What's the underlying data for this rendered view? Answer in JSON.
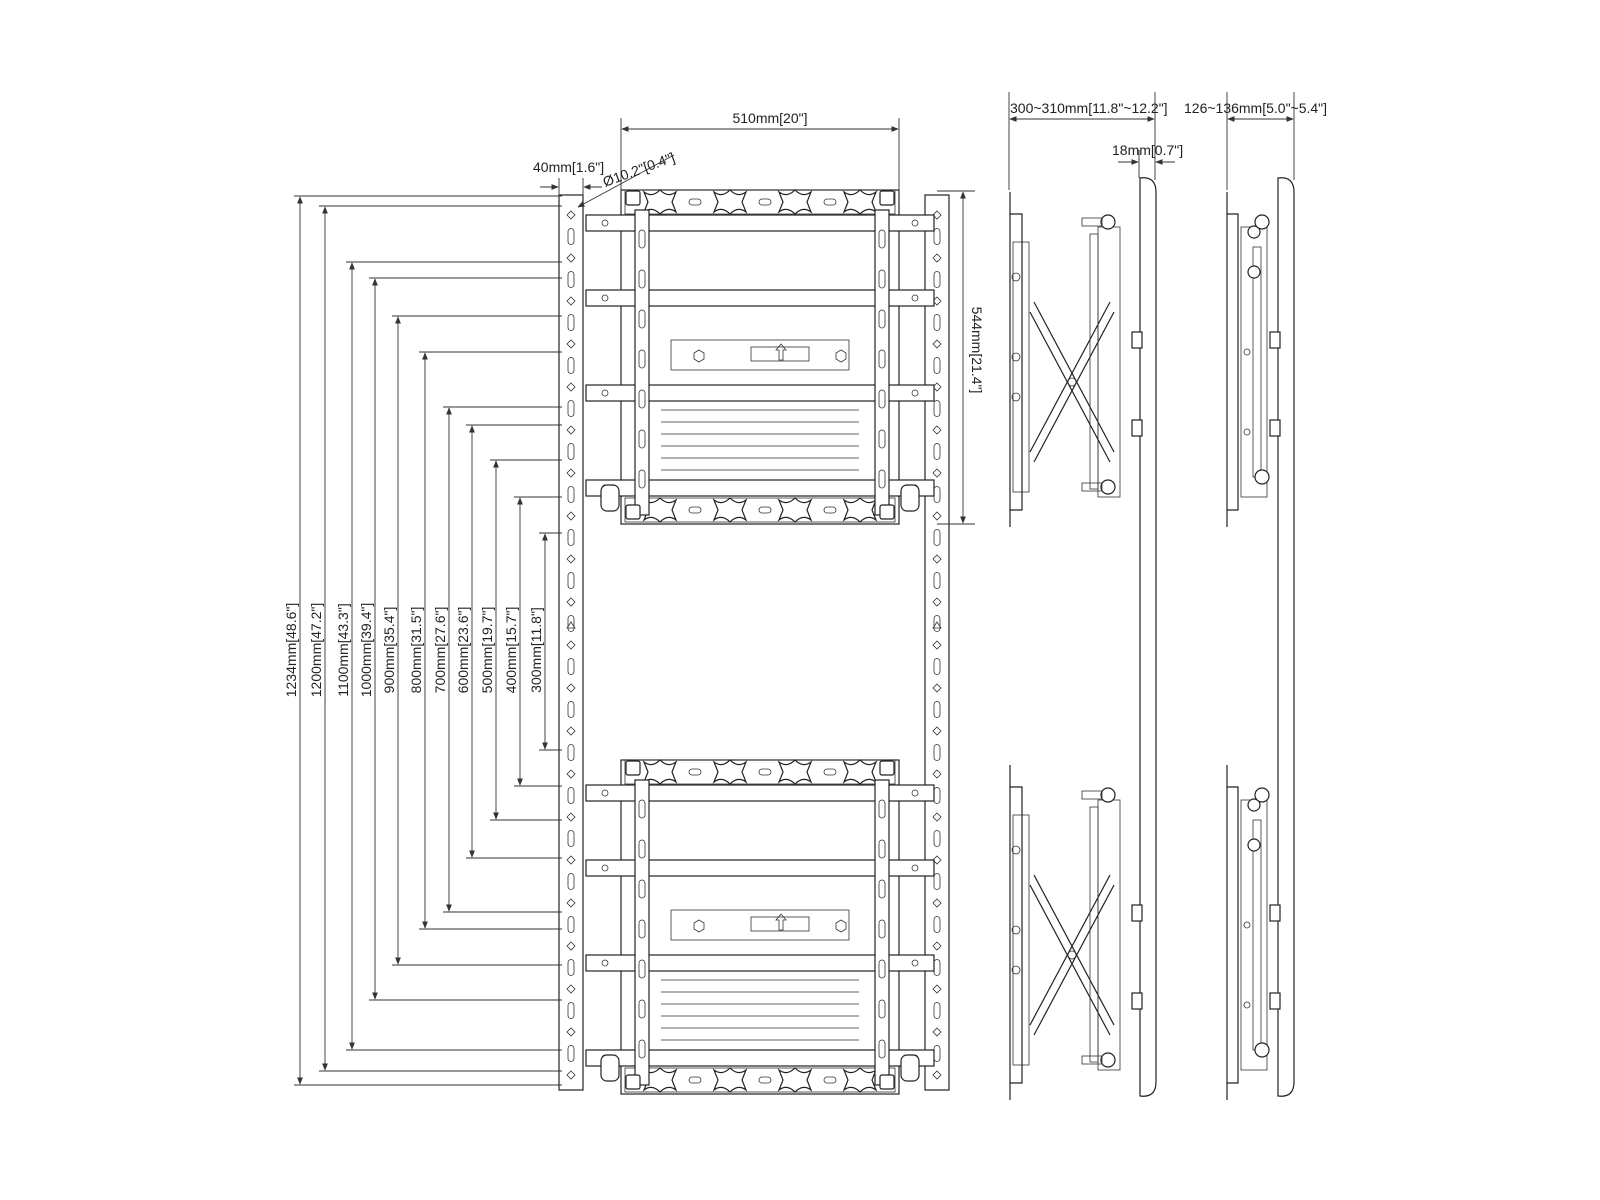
{
  "dimensions": {
    "width_front": "510mm[20\"]",
    "rail_offset": "40mm[1.6\"]",
    "hole_diameter": "Ø10.2\"[0.4\"]",
    "bracket_height": "544mm[21.4\"]",
    "depth_side": "300~310mm[11.8\"~12.2\"]",
    "panel_thickness": "18mm[0.7\"]",
    "depth_collapsed": "126~136mm[5.0\"~5.4\"]"
  },
  "vertical_spacings": [
    "1234mm[48.6\"]",
    "1200mm[47.2\"]",
    "1100mm[43.3\"]",
    "1000mm[39.4\"]",
    "900mm[35.4\"]",
    "800mm[31.5\"]",
    "700mm[27.6\"]",
    "600mm[23.6\"]",
    "500mm[19.7\"]",
    "400mm[15.7\"]",
    "300mm[11.8\"]"
  ]
}
